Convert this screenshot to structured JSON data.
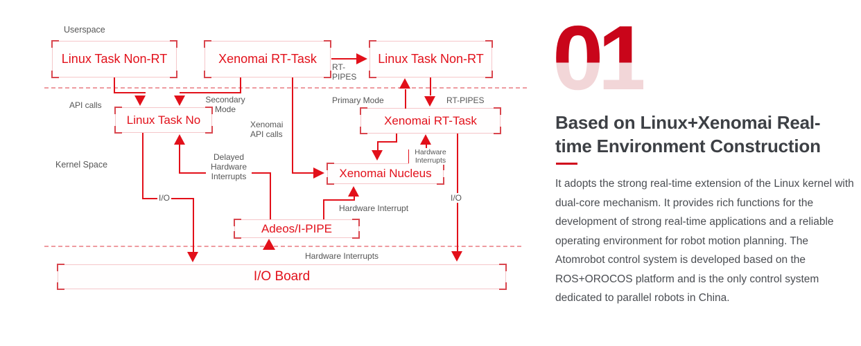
{
  "colors": {
    "accent_red": "#e2101a",
    "corner_red": "#d9464e",
    "box_border_pink": "#f5c6c9",
    "dashed_pink": "#ee9ba0",
    "label_gray": "#555555",
    "number_top": "#c9051a",
    "number_bottom": "#f2d6d8",
    "heading_dash": "#d0021b"
  },
  "diagram": {
    "region_labels": {
      "userspace": "Userspace",
      "kernel_space": "Kernel Space"
    },
    "boxes": {
      "linux_top_left": "Linux Task Non-RT",
      "xenomai_top": "Xenomai RT-Task",
      "linux_top_right": "Linux Task Non-RT",
      "linux_second": "Linux Task No",
      "xenomai_second": "Xenomai RT-Task",
      "nucleus": "Xenomai Nucleus",
      "adeos": "Adeos/I-PIPE",
      "io_board": "I/O Board"
    },
    "labels": {
      "api_calls": "API calls",
      "secondary_mode": "Secondary\nMode",
      "primary_mode": "Primary Mode",
      "rt_pipes_small": "RT-\nPIPES",
      "rt_pipes": "RT-PIPES",
      "xenomai_api_calls": "Xenomai\nAPI calls",
      "delayed_hw_interrupts": "Delayed\nHardware\nInterrupts",
      "hw_interrupts_small": "Hardware\nInterrupts",
      "io_left": "I/O",
      "io_right": "I/O",
      "hardware_interrupt": "Hardware Interrupt",
      "hardware_interrupts_bottom": "Hardware Interrupts"
    }
  },
  "panel": {
    "number": "01",
    "heading": "Based on Linux+Xenomai Real-time Environment Construction",
    "paragraph": "It adopts the strong real-time extension of the Linux kernel with dual-core mechanism. It provides rich functions for the development of strong real-time applications and a reliable operating environment for robot motion planning. The Atomrobot control system is developed based on the ROS+OROCOS platform and is the only control system dedicated to parallel robots in China."
  }
}
